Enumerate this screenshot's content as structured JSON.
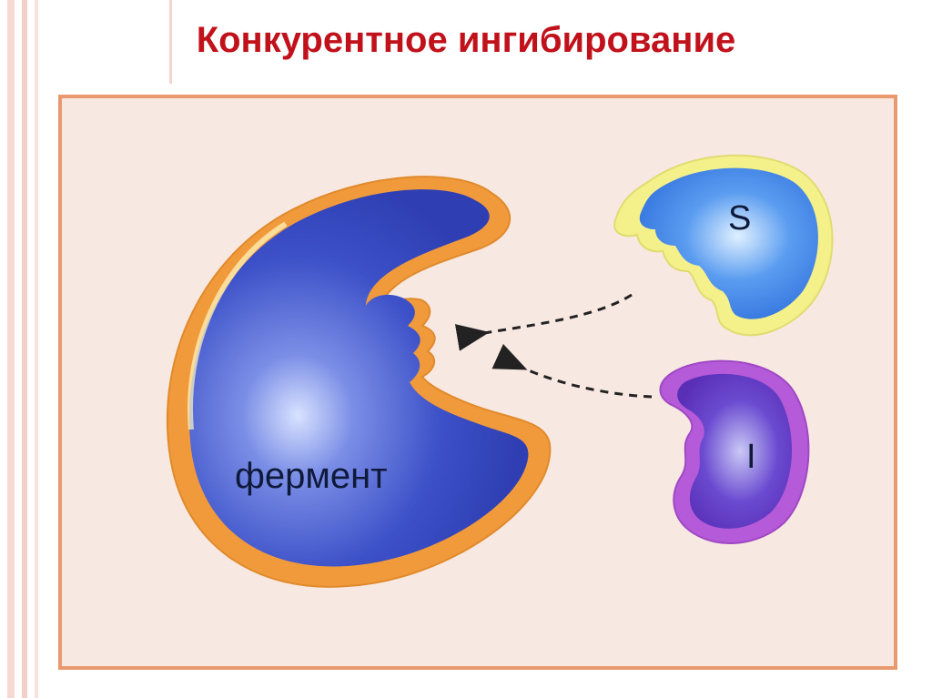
{
  "title": "Конкурентное ингибирование",
  "labels": {
    "enzyme": "фермент",
    "substrate": "S",
    "inhibitor": "I"
  },
  "icons": [
    "enzyme-shape",
    "substrate-shape",
    "inhibitor-shape",
    "arrow-icon"
  ],
  "colors": {
    "title": "#c1121c",
    "background": "#f8e8e2",
    "frame": "#e8996e",
    "enzyme_fill": "#3c50c8",
    "enzyme_border": "#f09a3c",
    "substrate_fill": "#3f7fe0",
    "substrate_border": "#f4f08a",
    "inhibitor_fill": "#6a4ad0",
    "inhibitor_border": "#b55ad8"
  }
}
